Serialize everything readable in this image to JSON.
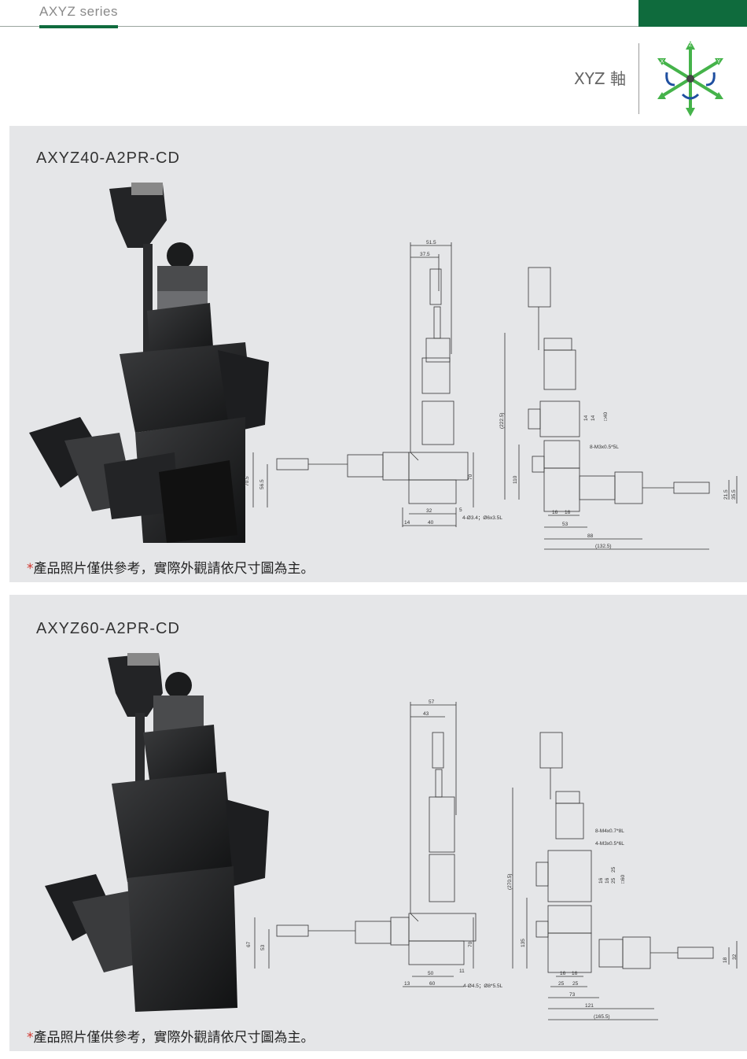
{
  "header": {
    "series": "AXYZ series",
    "axis_label": "XYZ 軸",
    "axis_icon_letters": [
      "Z",
      "X",
      "Y"
    ],
    "accent_color": "#0f6b3d",
    "icon_color": "#45b34a"
  },
  "products": [
    {
      "title": "AXYZ40-A2PR-CD",
      "note_star": "*",
      "note": "產品照片僅供參考，實際外觀請依尺寸圖為主。",
      "side_view": {
        "dims": [
          "51.5",
          "37.5",
          "70.5",
          "56.5",
          "70",
          "32",
          "14",
          "40",
          "5"
        ],
        "hole_note": "4-Ø3.4；Ø6x3.5L"
      },
      "front_view": {
        "dims": [
          "(222.5)",
          "110",
          "14",
          "14",
          "□40",
          "8-M3x0.5*5L",
          "16",
          "16",
          "53",
          "88",
          "(132.5)",
          "21.5",
          "35.5"
        ]
      }
    },
    {
      "title": "AXYZ60-A2PR-CD",
      "note_star": "*",
      "note": "產品照片僅供參考，實際外觀請依尺寸圖為主。",
      "side_view": {
        "dims": [
          "57",
          "43",
          "67",
          "53",
          "70",
          "50",
          "13",
          "60",
          "11"
        ],
        "hole_note": "4-Ø4.5；Ø8*5.5L"
      },
      "front_view": {
        "dims": [
          "(270.5)",
          "135",
          "8-M4x0.7*8L",
          "4-M3x0.5*6L",
          "16",
          "16",
          "25",
          "25",
          "□60",
          "16",
          "16",
          "25",
          "25",
          "73",
          "121",
          "(165.5)",
          "18",
          "32"
        ]
      }
    }
  ]
}
